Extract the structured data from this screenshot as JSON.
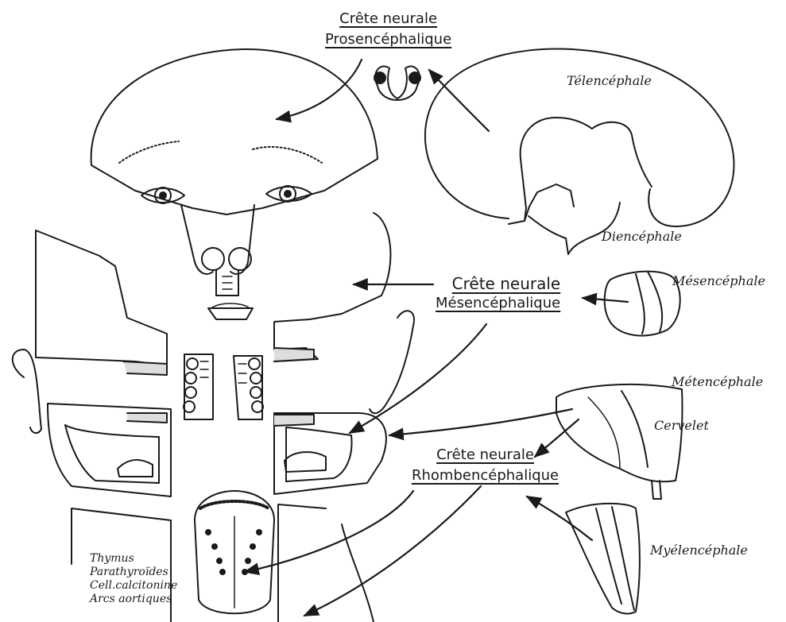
{
  "neural_crest": {
    "prosencephalic": {
      "line1": "Crête neurale",
      "line2": "Prosencéphalique"
    },
    "mesencephalic": {
      "line1": "Crête neurale",
      "line2": "Mésencéphalique"
    },
    "rhombencephalic": {
      "line1": "Crête neurale",
      "line2": "Rhombencéphalique"
    }
  },
  "brain_regions": {
    "telencephale": "Télencéphale",
    "diencephale": "Diencéphale",
    "mesencephale": "Mésencéphale",
    "metencephale": "Métencéphale",
    "cervelet": "Cervelet",
    "myelencephale": "Myélencéphale"
  },
  "derivatives": [
    "Thymus",
    "Parathyroïdes",
    "Cell.calcitonine",
    "Arcs aortiques"
  ]
}
